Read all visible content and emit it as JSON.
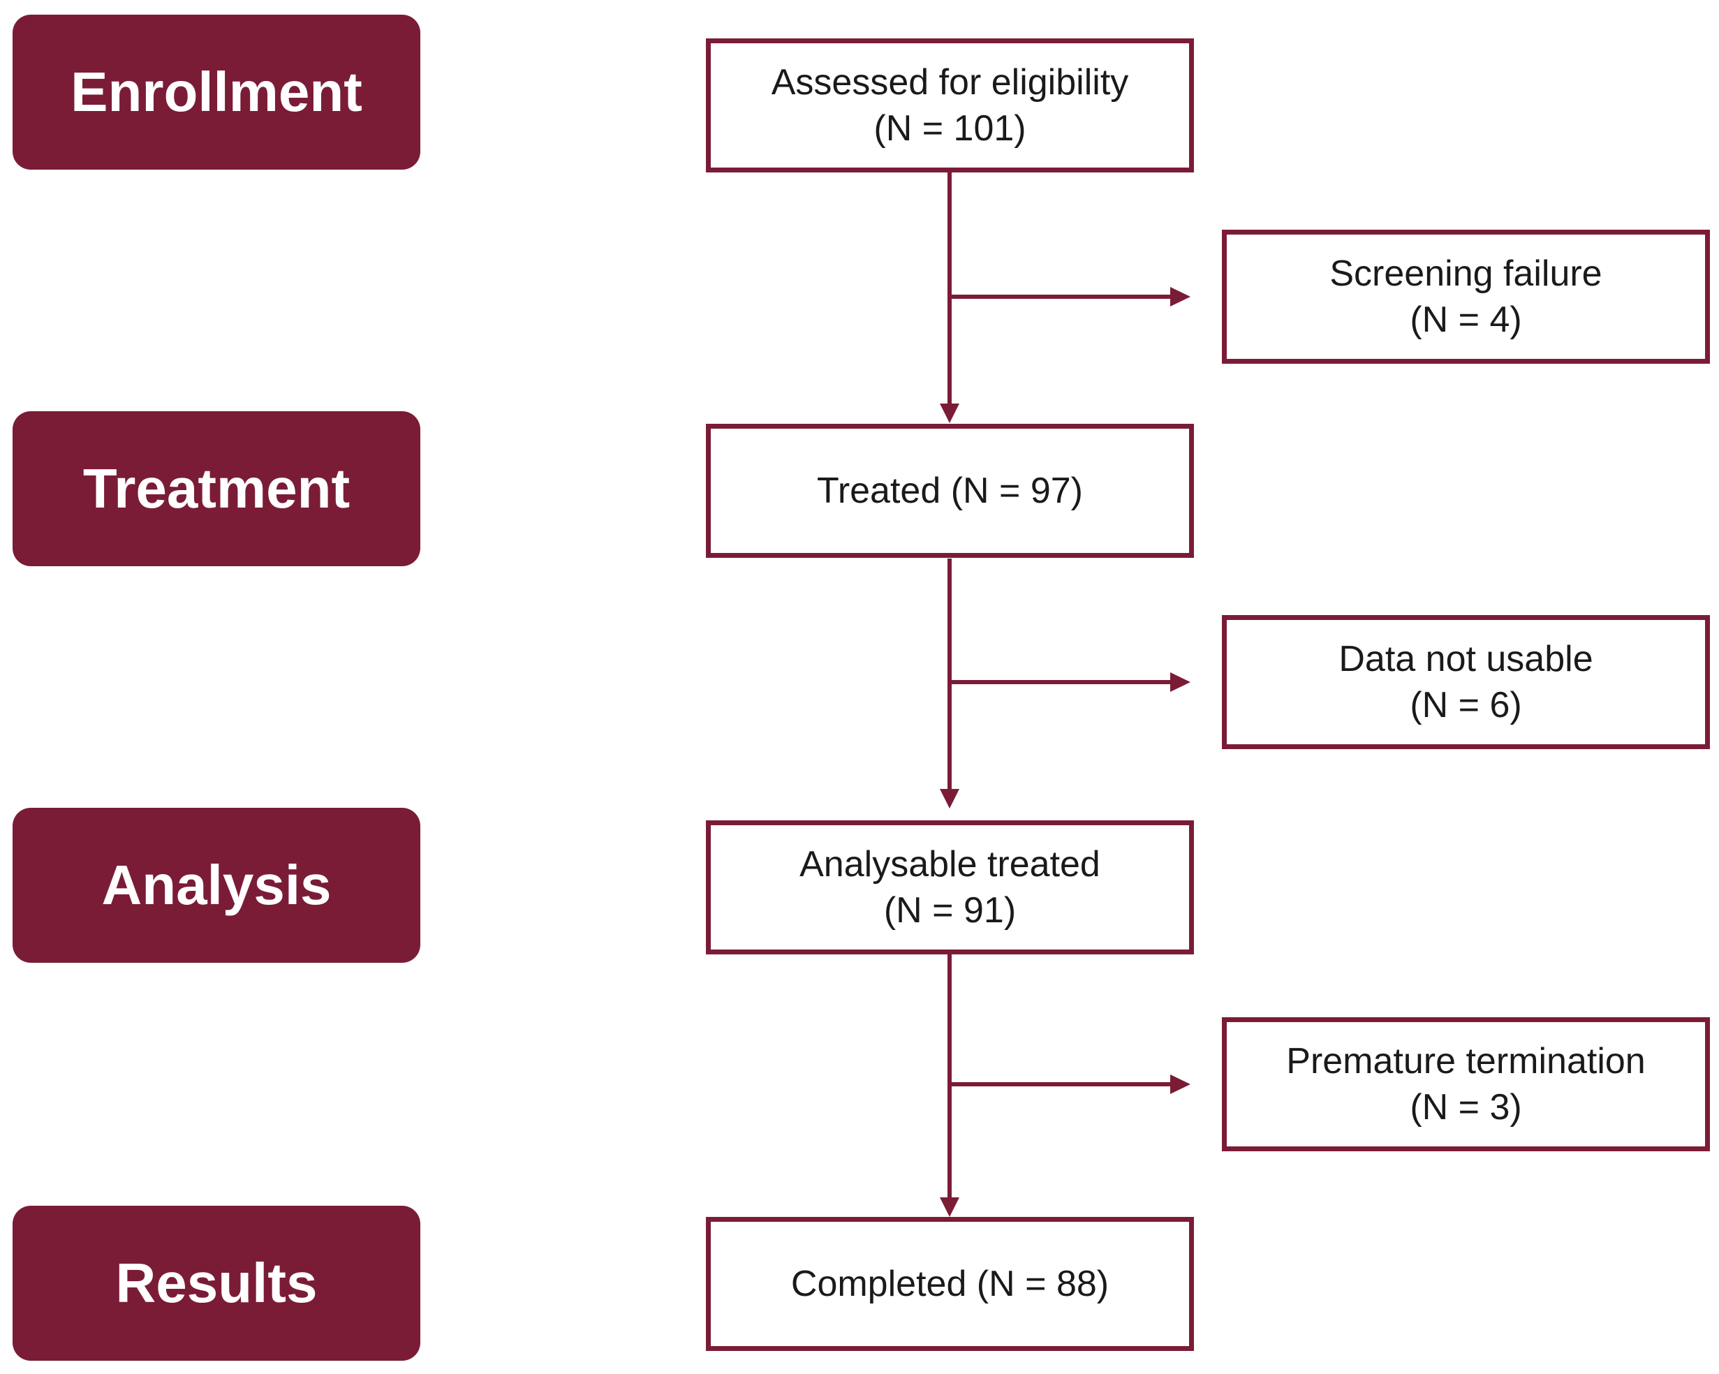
{
  "phases": [
    {
      "label": "Enrollment"
    },
    {
      "label": "Treatment"
    },
    {
      "label": "Analysis"
    },
    {
      "label": "Results"
    }
  ],
  "main_boxes": [
    {
      "line1": "Assessed for eligibility",
      "line2": "(N = 101)"
    },
    {
      "line1": "Treated (N = 97)"
    },
    {
      "line1": "Analysable treated",
      "line2": "(N = 91)"
    },
    {
      "line1": "Completed (N = 88)"
    }
  ],
  "side_boxes": [
    {
      "line1": "Screening failure",
      "line2": "(N = 4)"
    },
    {
      "line1": "Data not usable",
      "line2": "(N = 6)"
    },
    {
      "line1": "Premature termination",
      "line2": "(N = 3)"
    }
  ],
  "colors": {
    "accent": "#7b1c36",
    "text": "#1a1a1a",
    "background": "#ffffff"
  }
}
